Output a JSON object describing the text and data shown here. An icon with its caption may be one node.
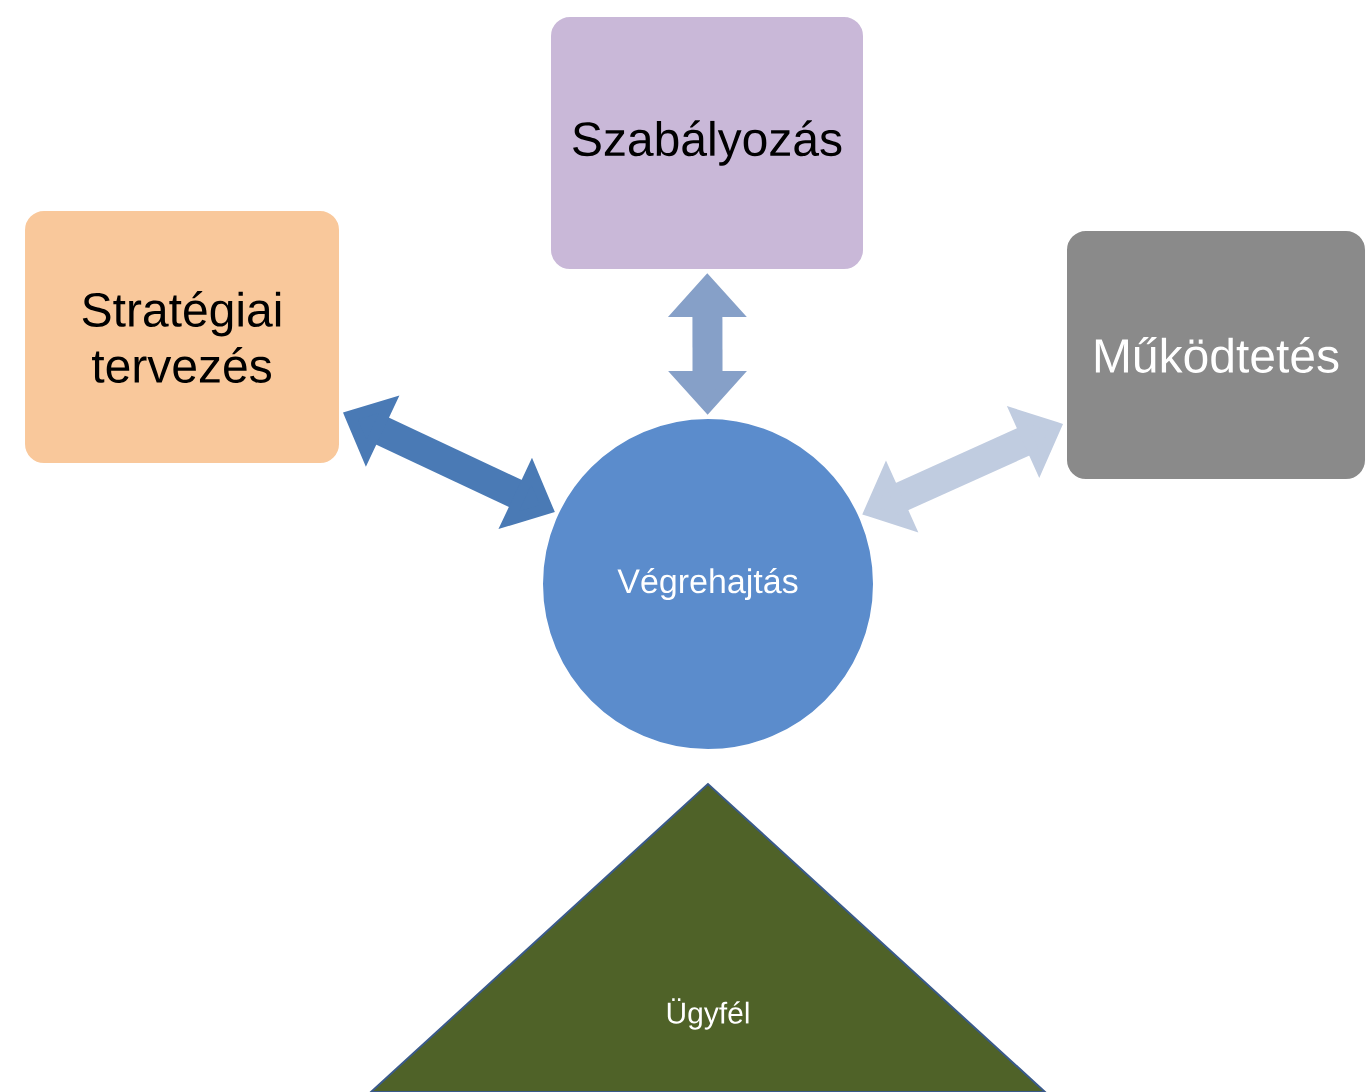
{
  "diagram": {
    "nodes": [
      {
        "text": [
          "Szabályozás"
        ]
      },
      {
        "text": [
          "Stratégiai tervezés"
        ]
      },
      {
        "text": [
          "Működtetés"
        ]
      },
      {
        "text": [
          "Végrehajtás"
        ]
      },
      {
        "text": [
          "Ügyfél"
        ]
      }
    ],
    "edges": [
      {
        "from": 3,
        "to": 1,
        "arrow": "both",
        "color": "#4a7ab5"
      },
      {
        "from": 3,
        "to": 0,
        "arrow": "both",
        "color": "#86a0c8"
      },
      {
        "from": 3,
        "to": 2,
        "arrow": "both",
        "color": "#c0cce0"
      }
    ]
  }
}
